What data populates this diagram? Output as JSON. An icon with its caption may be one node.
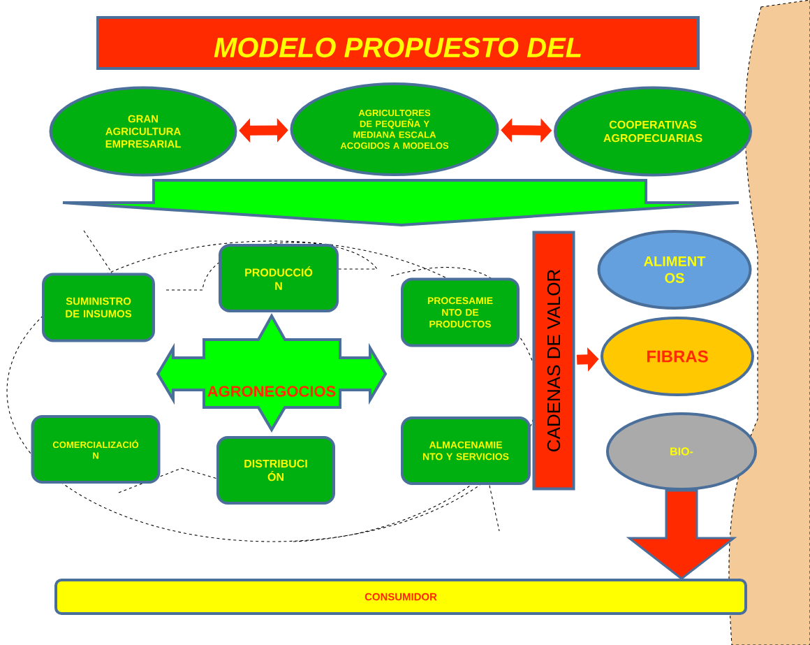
{
  "diagram": {
    "title": "MODELO PROPUESTO DEL",
    "nodes": [
      {
        "text": [
          "GRAN AGRICULTURA EMPRESARIAL"
        ]
      },
      {
        "text": [
          "AGRICULTORES DE PEQUEÑA Y MEDIANA ESCALA ACOGIDOS A MODELOS"
        ]
      },
      {
        "text": [
          "COOPERATIVAS AGROPECUARIAS"
        ]
      },
      {
        "text": [
          "SUMINISTRO DE INSUMOS"
        ]
      },
      {
        "text": [
          "PRODUCCIÓ N"
        ]
      },
      {
        "text": [
          "PROCESAMIE NTO DE PRODUCTOS"
        ]
      },
      {
        "text": [
          "AGRONEGOCIOS"
        ]
      },
      {
        "text": [
          "COMERCIALIZACIÓ N"
        ]
      },
      {
        "text": [
          "DISTRIBUCI ÓN"
        ]
      },
      {
        "text": [
          "ALMACENAMIE NTO Y SERVICIOS"
        ]
      },
      {
        "text": [
          "CADENAS DE VALOR"
        ]
      },
      {
        "text": [
          "ALIMENT OS"
        ]
      },
      {
        "text": [
          "FIBRAS"
        ]
      },
      {
        "text": [
          "BIO-"
        ]
      },
      {
        "text": [
          "CONSUMIDOR"
        ]
      }
    ],
    "edges": [
      {
        "from": 0,
        "to": 1,
        "arrow": "both"
      },
      {
        "from": 1,
        "to": 2,
        "arrow": "both"
      },
      {
        "from": 10,
        "to": 12,
        "arrow": "to"
      },
      {
        "from": 13,
        "to": 14,
        "arrow": "to",
        "style": "thick"
      }
    ]
  }
}
